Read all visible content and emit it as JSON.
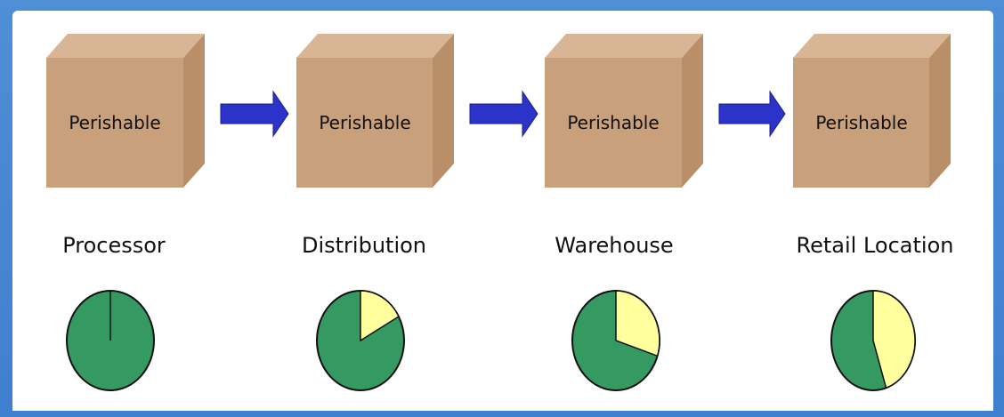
{
  "colors": {
    "frame": "#4f8fd6",
    "box_front": "#c8a07c",
    "box_top": "#d8b595",
    "box_side": "#b98f69",
    "arrow": "#2c33c9",
    "pie_main": "#359a62",
    "pie_slice": "#ffff9e"
  },
  "stages": [
    {
      "box_label": "Perishable",
      "name": "Processor",
      "slice_fraction": 0.0
    },
    {
      "box_label": "Perishable",
      "name": "Distribution",
      "slice_fraction": 0.17
    },
    {
      "box_label": "Perishable",
      "name": "Warehouse",
      "slice_fraction": 0.3
    },
    {
      "box_label": "Perishable",
      "name": "Retail Location",
      "slice_fraction": 0.45
    }
  ]
}
